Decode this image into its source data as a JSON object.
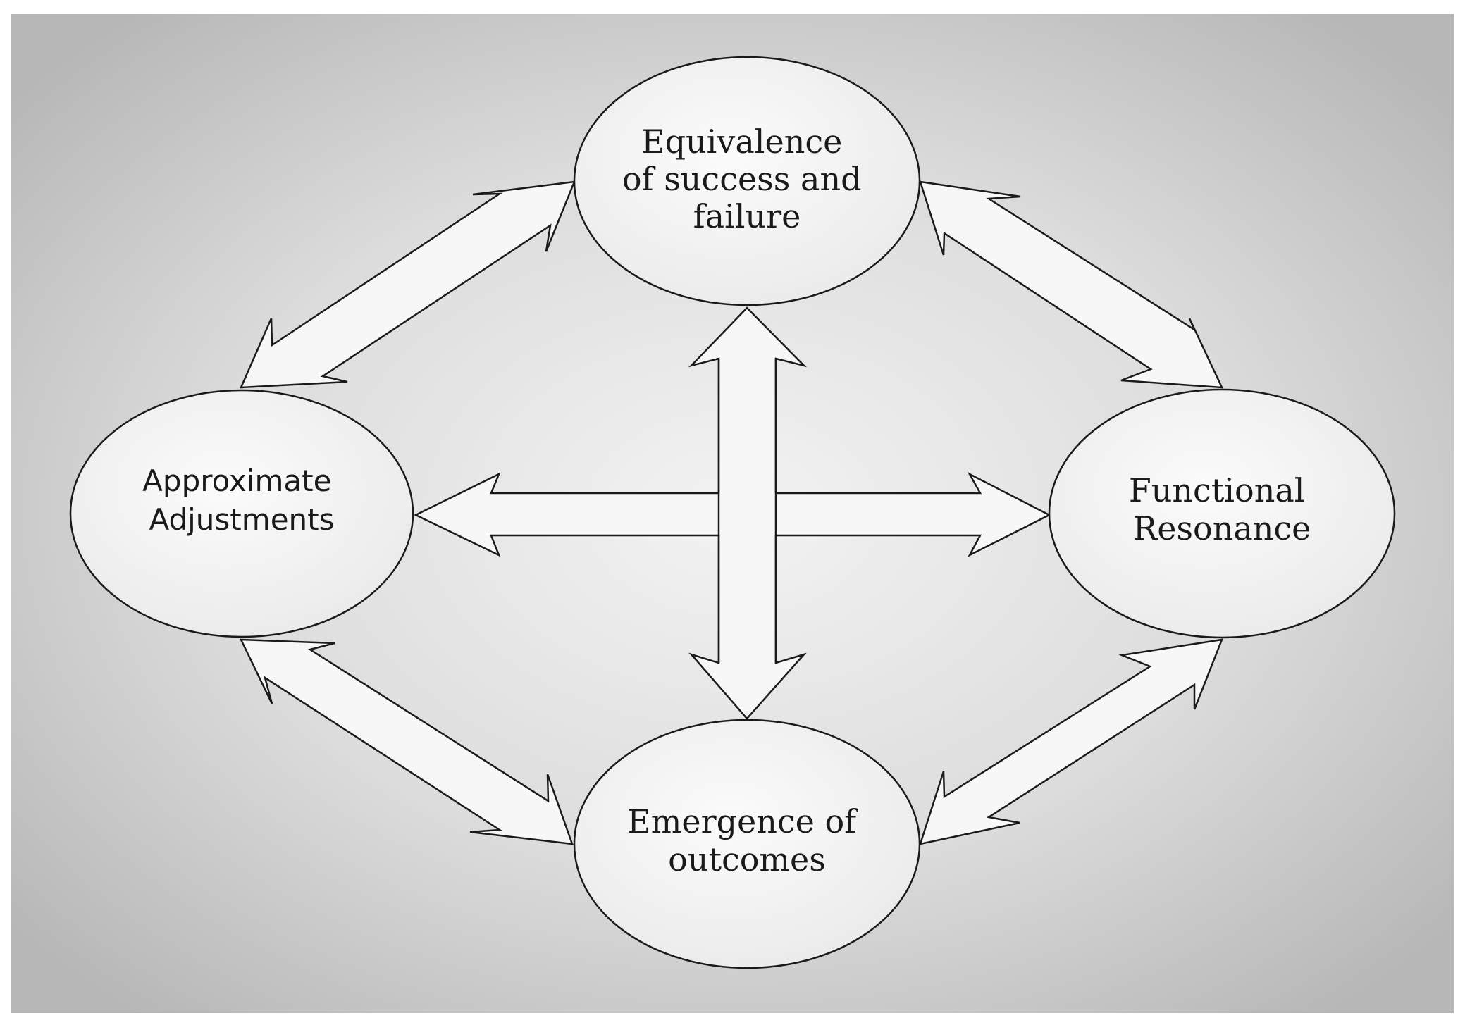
{
  "diagram": {
    "nodes": {
      "top": {
        "lines": [
          "Equivalence",
          "of success and",
          "failure"
        ]
      },
      "left": {
        "lines": [
          "Approximate",
          "Adjustments"
        ]
      },
      "right": {
        "lines": [
          "Functional",
          "Resonance"
        ]
      },
      "bottom": {
        "lines": [
          "Emergence of",
          "outcomes"
        ]
      }
    },
    "colors": {
      "background_center": "#f2f2f2",
      "background_edge": "#b8b8b8",
      "node_fill": "#f6f6f6",
      "stroke": "#1a1a1a",
      "arrow_fill": "#fafafa"
    }
  }
}
